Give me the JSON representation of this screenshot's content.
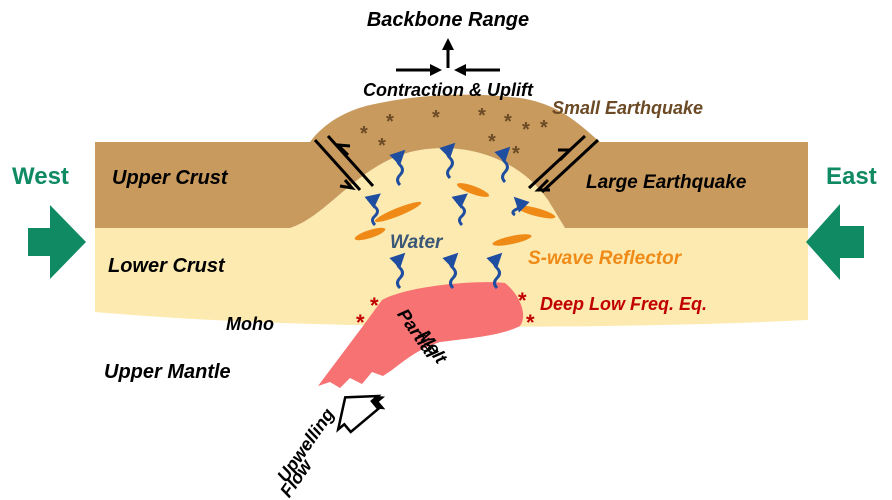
{
  "labels": {
    "title": "Backbone Range",
    "contraction": "Contraction & Uplift",
    "small_eq": "Small Earthquake",
    "upper_crust": "Upper Crust",
    "large_eq": "Large Earthquake",
    "west": "West",
    "east": "East",
    "water": "Water",
    "lower_crust": "Lower Crust",
    "s_wave": "S-wave Reflector",
    "moho": "Moho",
    "deep_eq": "Deep Low Freq. Eq.",
    "partial": "Partial",
    "melt": "Melt",
    "upper_mantle": "Upper Mantle",
    "upwelling": "Upwelling",
    "flow": "Flow"
  },
  "colors": {
    "upper_crust": "#c99a5e",
    "lower_crust": "#fdeab0",
    "partial_melt": "#f77272",
    "water_arrows": "#1f4ea1",
    "reflector": "#ef8a17",
    "compass": "#0f8a63",
    "deep_eq": "#c00000",
    "small_eq_text": "#6b4a25",
    "water_text": "#3a5777"
  }
}
